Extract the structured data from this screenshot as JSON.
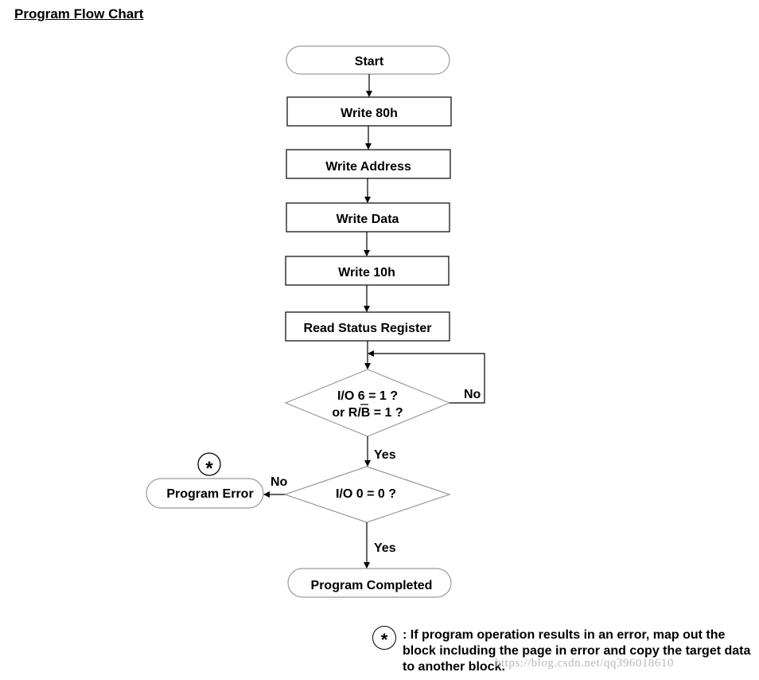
{
  "title": "Program Flow Chart",
  "nodes": {
    "start": "Start",
    "write_80h": "Write 80h",
    "write_address": "Write Address",
    "write_data": "Write Data",
    "write_10h": "Write 10h",
    "read_status": "Read Status Register",
    "decision_ready_line1": "I/O 6 = 1 ?",
    "decision_ready_line2": "or R/B = 1 ?",
    "decision_pass": "I/O 0 = 0 ?",
    "program_error": "Program Error",
    "program_completed": "Program Completed"
  },
  "edge_labels": {
    "ready_no": "No",
    "ready_yes": "Yes",
    "pass_no": "No",
    "pass_yes": "Yes"
  },
  "marker": "*",
  "footnote": {
    "marker": "*",
    "text": ": If program operation results in an error, map out the block including the page in error and copy the target data to another block."
  },
  "watermark": "https://blog.csdn.net/qq396018610"
}
